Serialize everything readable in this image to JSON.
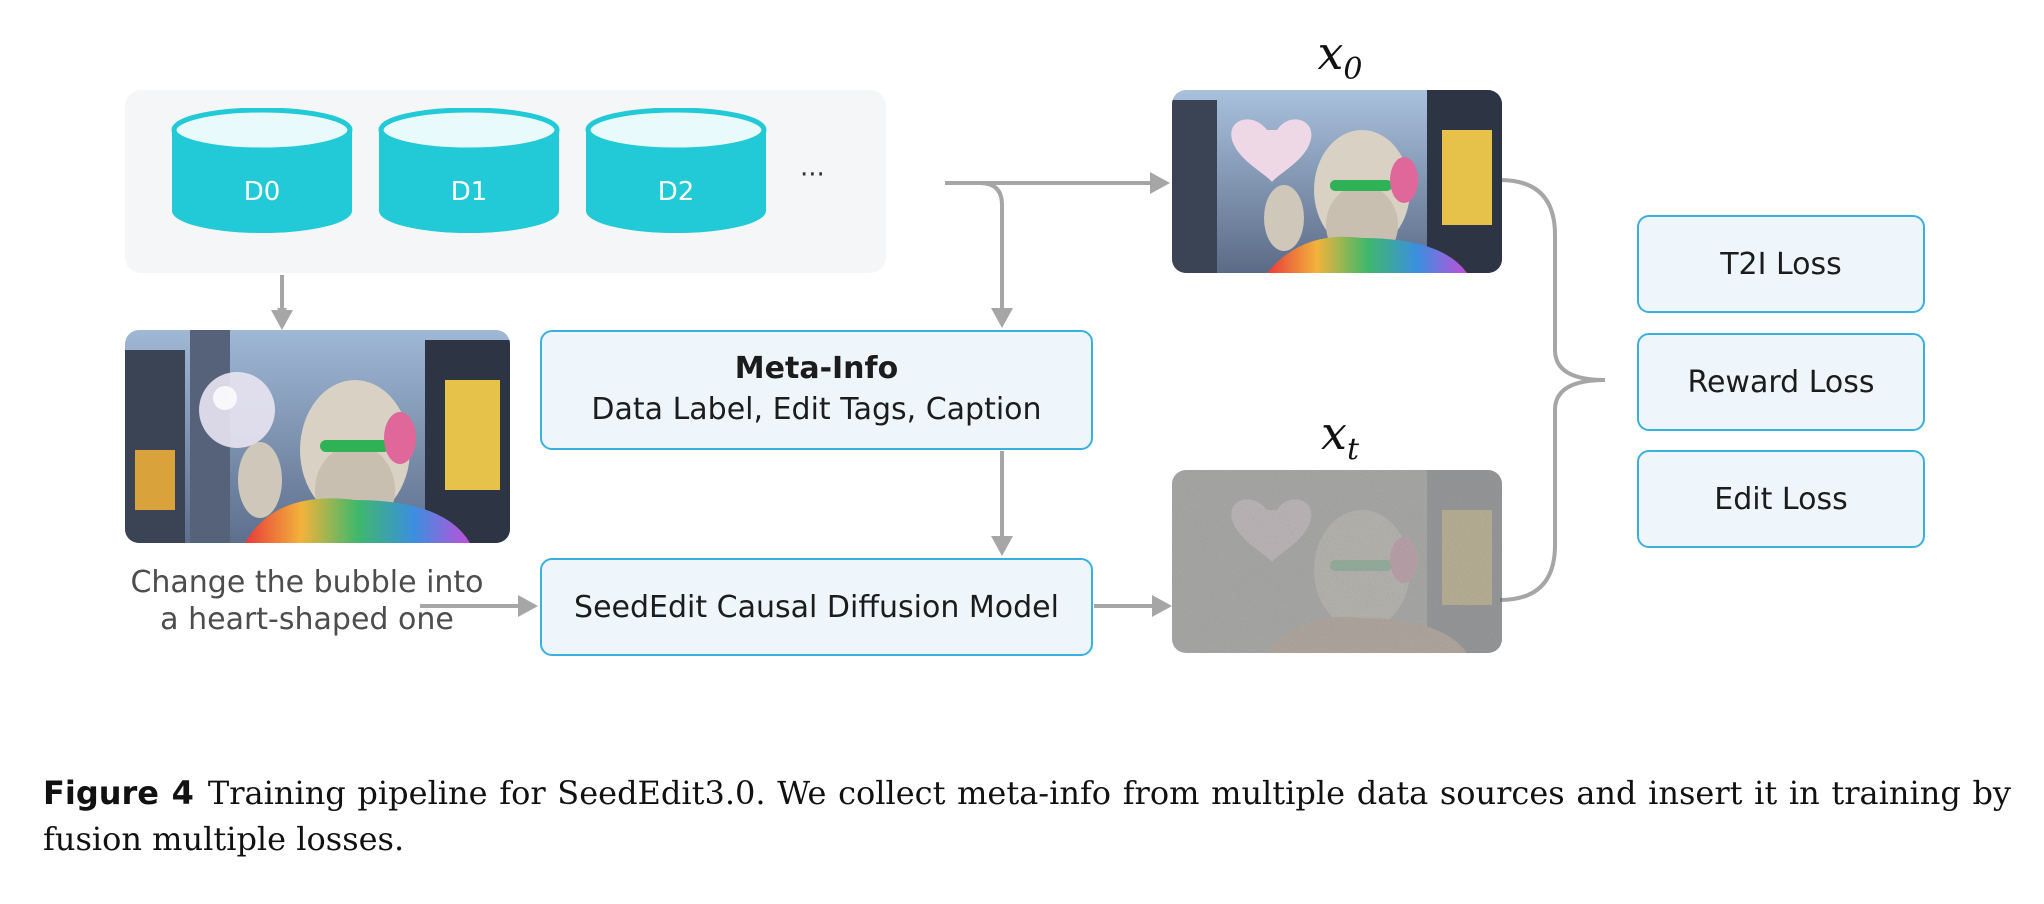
{
  "datasets": {
    "items": [
      "D0",
      "D1",
      "D2"
    ],
    "ellipsis": "···"
  },
  "colors": {
    "cylinder": "#22c9d6",
    "cylinder_top": "#e8fafc",
    "box_border": "#3ab0df",
    "box_fill": "#eef6fc",
    "arrow": "#a6a6a6"
  },
  "instruction": {
    "line1": "Change the bubble into",
    "line2": "a heart-shaped one"
  },
  "meta_info": {
    "title": "Meta-Info",
    "subtitle": "Data Label, Edit Tags, Caption"
  },
  "model": {
    "label": "SeedEdit Causal Diffusion Model"
  },
  "outputs": {
    "x0_label": "x",
    "x0_sub": "0",
    "xt_label": "x",
    "xt_sub": "t"
  },
  "losses": [
    "T2I Loss",
    "Reward Loss",
    "Edit Loss"
  ],
  "caption": {
    "label": "Figure 4",
    "text": "Training pipeline for SeedEdit3.0. We collect meta-info from multiple data sources and insert it in training by fusion multiple losses."
  }
}
